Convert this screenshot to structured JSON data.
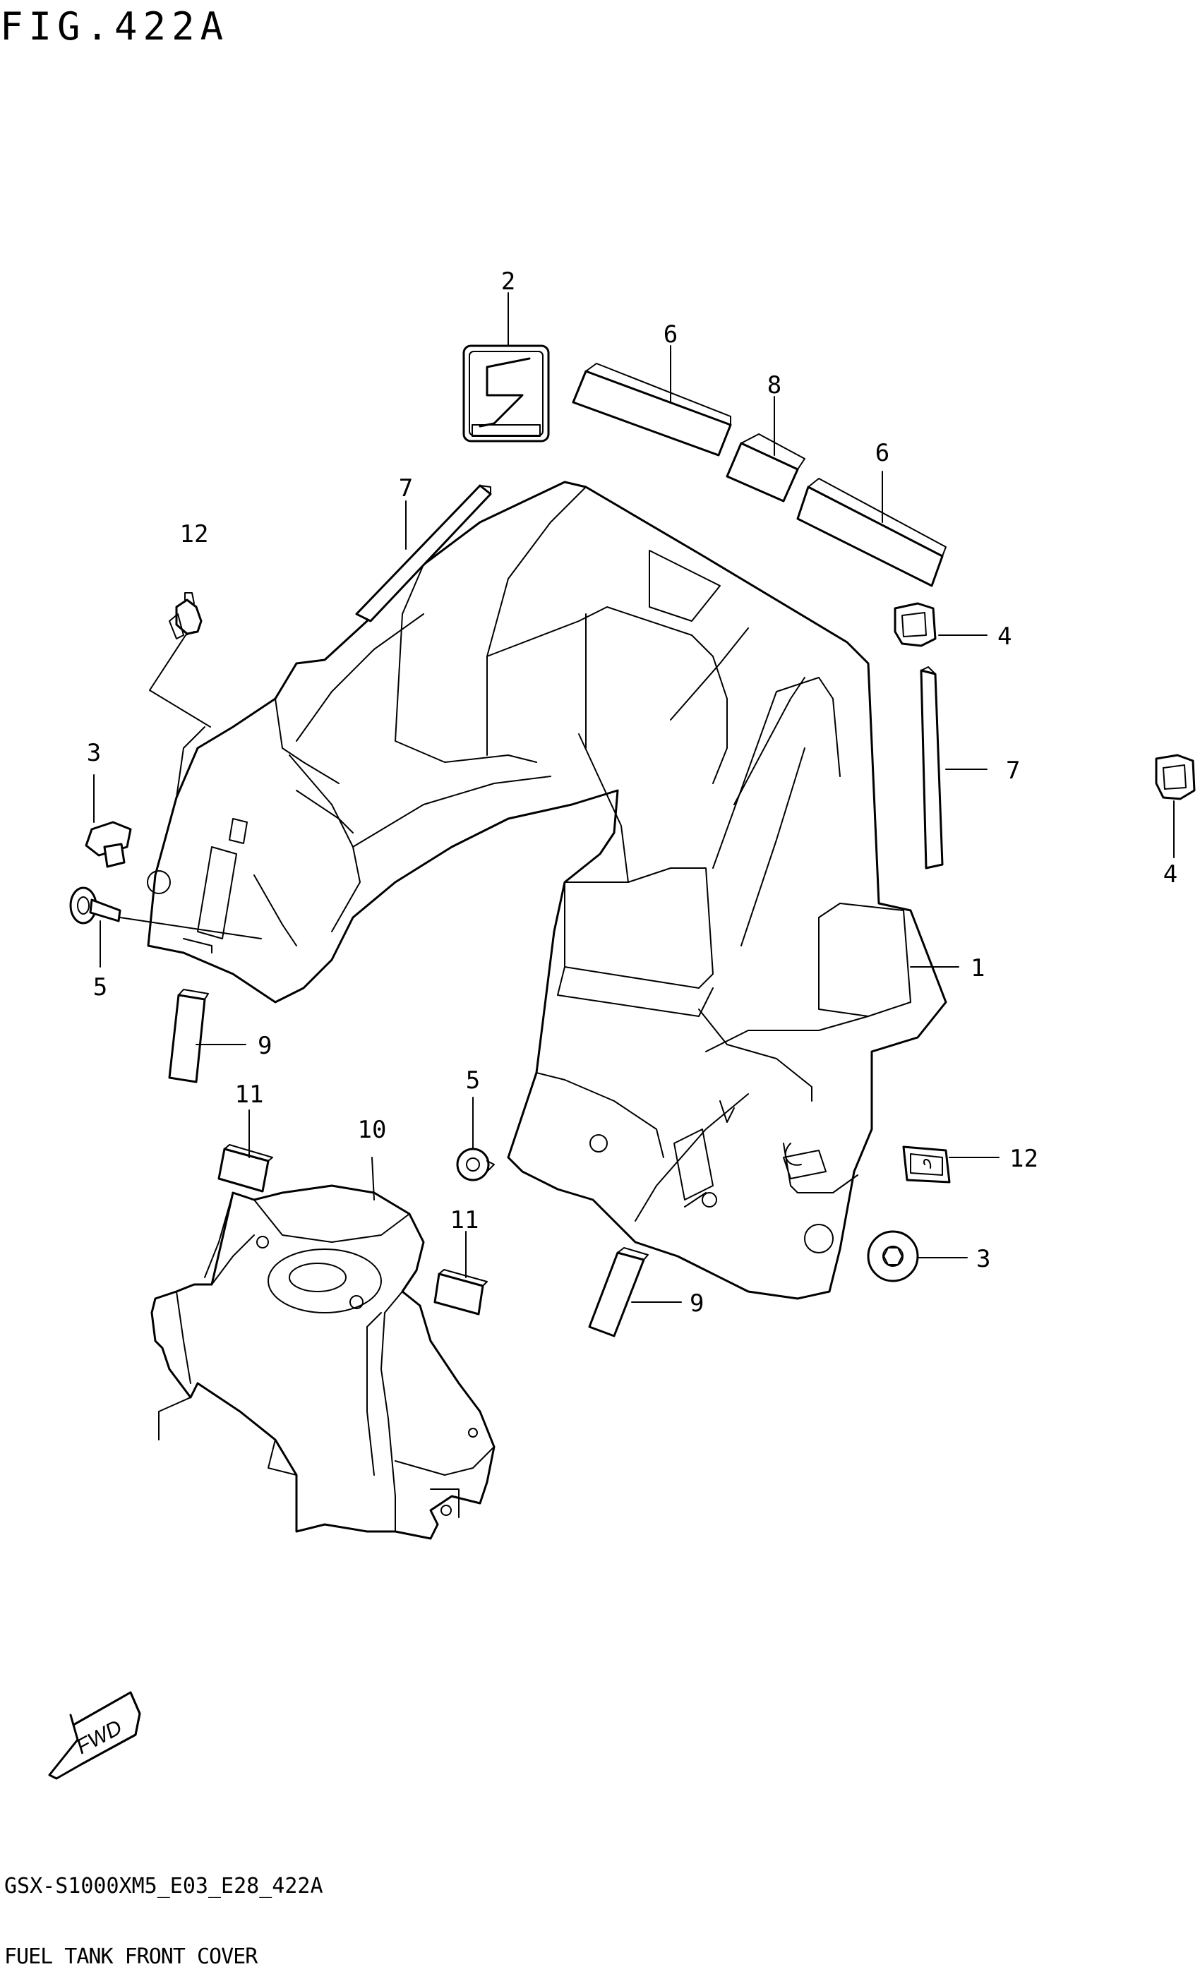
{
  "figure": {
    "title": "FIG.422A",
    "code": "GSX-S1000XM5_E03_E28_422A",
    "name": "FUEL TANK FRONT COVER"
  },
  "badge": {
    "text": "SUZUKI"
  },
  "arrow": {
    "text": "FWD"
  },
  "callouts": [
    "2",
    "6",
    "8",
    "6",
    "7",
    "12",
    "4",
    "7",
    "4",
    "3",
    "5",
    "1",
    "9",
    "5",
    "11",
    "10",
    "11",
    "12",
    "3",
    "9"
  ]
}
